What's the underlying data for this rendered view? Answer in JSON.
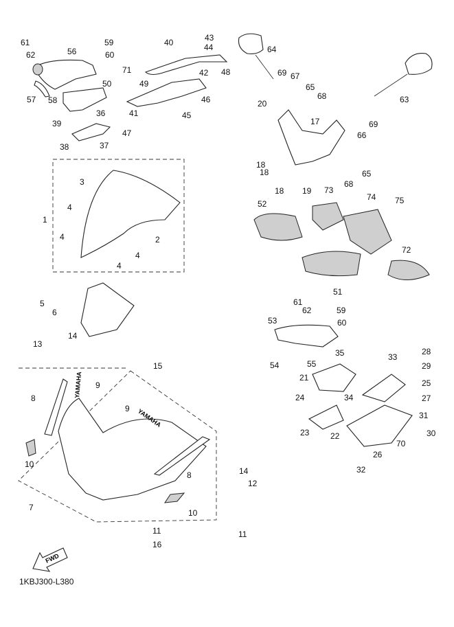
{
  "diagram_code": "1KBJ300-L380",
  "fwd_label": "FWD",
  "callouts": [
    "61",
    "62",
    "56",
    "59",
    "60",
    "50",
    "57",
    "58",
    "36",
    "39",
    "37",
    "38",
    "40",
    "43",
    "44",
    "42",
    "48",
    "71",
    "49",
    "41",
    "46",
    "45",
    "47",
    "64",
    "69",
    "67",
    "65",
    "68",
    "20",
    "17",
    "63",
    "69",
    "66",
    "18",
    "18",
    "18",
    "19",
    "68",
    "65",
    "52",
    "73",
    "74",
    "75",
    "72",
    "51",
    "3",
    "1",
    "4",
    "2",
    "4",
    "4",
    "4",
    "5",
    "6",
    "14",
    "13",
    "61",
    "62",
    "59",
    "53",
    "60",
    "35",
    "54",
    "55",
    "21",
    "34",
    "24",
    "22",
    "23",
    "33",
    "28",
    "29",
    "25",
    "27",
    "31",
    "30",
    "70",
    "26",
    "32",
    "15",
    "9",
    "8",
    "9",
    "10",
    "8",
    "7",
    "14",
    "12",
    "10",
    "11",
    "11",
    "16"
  ],
  "decal_text": "YAMAHA"
}
